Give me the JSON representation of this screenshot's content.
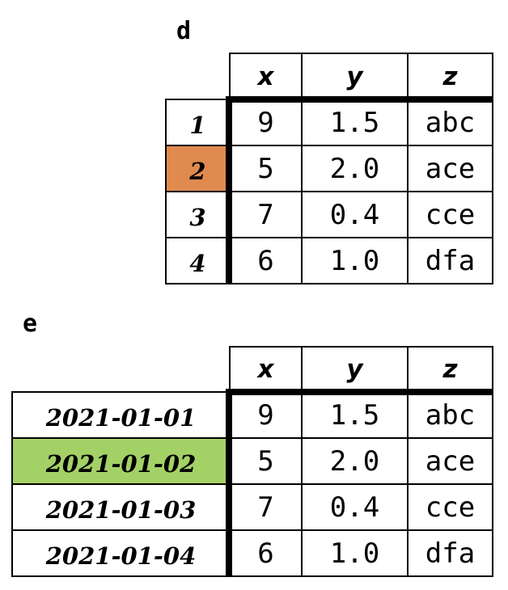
{
  "tables": [
    {
      "label": "d",
      "columns": [
        "x",
        "y",
        "z"
      ],
      "rows": [
        {
          "index": "1",
          "values": [
            "9",
            "1.5",
            "abc"
          ]
        },
        {
          "index": "2",
          "values": [
            "5",
            "2.0",
            "ace"
          ]
        },
        {
          "index": "3",
          "values": [
            "7",
            "0.4",
            "cce"
          ]
        },
        {
          "index": "4",
          "values": [
            "6",
            "1.0",
            "dfa"
          ]
        }
      ],
      "highlight_row": 1,
      "highlight_color": "#e08a4f"
    },
    {
      "label": "e",
      "columns": [
        "x",
        "y",
        "z"
      ],
      "rows": [
        {
          "index": "2021-01-01",
          "values": [
            "9",
            "1.5",
            "abc"
          ]
        },
        {
          "index": "2021-01-02",
          "values": [
            "5",
            "2.0",
            "ace"
          ]
        },
        {
          "index": "2021-01-03",
          "values": [
            "7",
            "0.4",
            "cce"
          ]
        },
        {
          "index": "2021-01-04",
          "values": [
            "6",
            "1.0",
            "dfa"
          ]
        }
      ],
      "highlight_row": 1,
      "highlight_color": "#a4d166"
    }
  ]
}
